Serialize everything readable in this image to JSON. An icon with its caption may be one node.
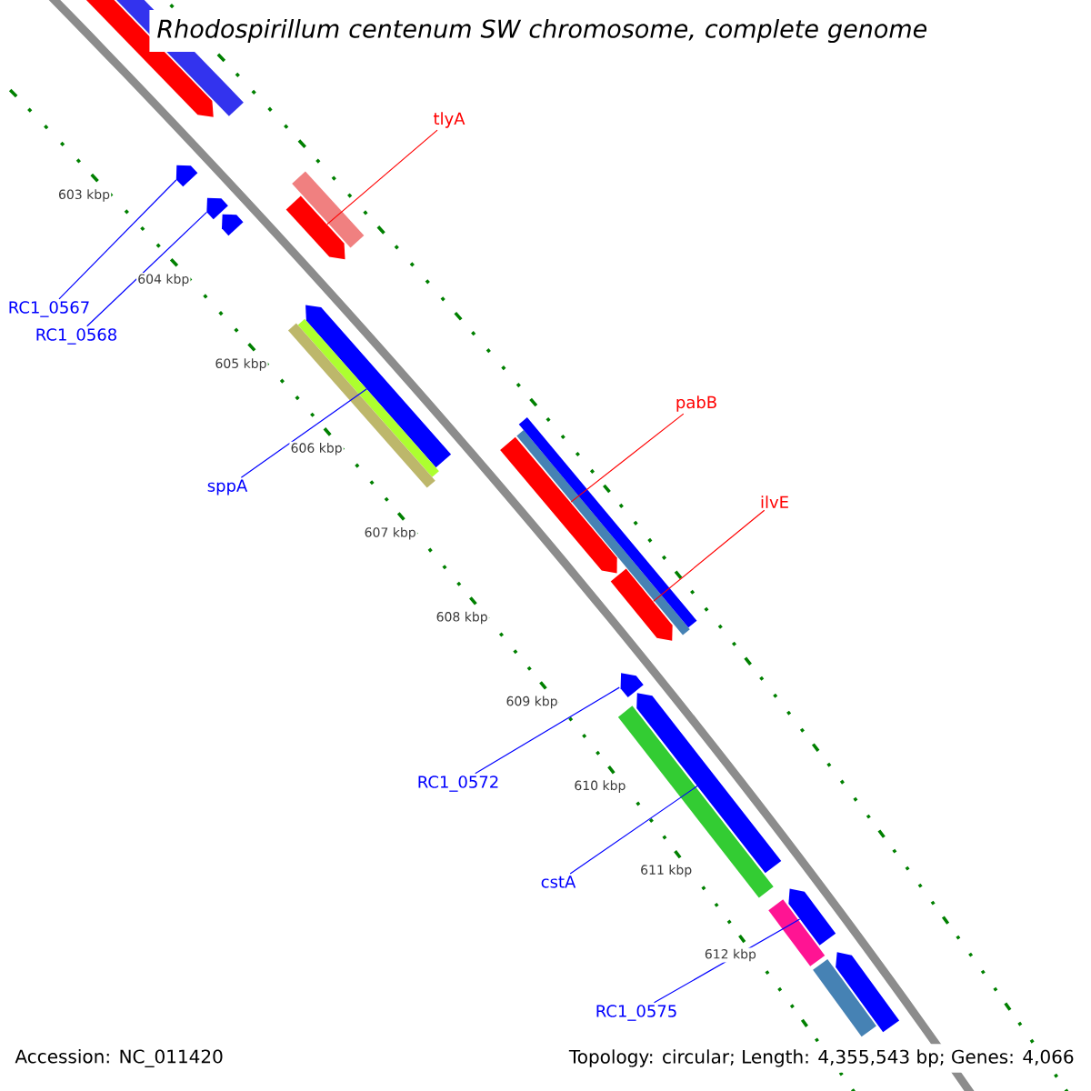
{
  "diagram": {
    "title": "Rhodospirillum centenum SW chromosome, complete genome",
    "nodes": [
      {
        "text": [
          "tlyA"
        ]
      },
      {
        "text": [
          "RC1_0567"
        ]
      },
      {
        "text": [
          "RC1_0568"
        ]
      },
      {
        "text": [
          "sppA"
        ]
      },
      {
        "text": [
          "pabB"
        ]
      },
      {
        "text": [
          "ilvE"
        ]
      },
      {
        "text": [
          "RC1_0572"
        ]
      },
      {
        "text": [
          "cstA"
        ]
      },
      {
        "text": [
          "RC1_0575"
        ]
      },
      {
        "text": [],
        "shape": "bar"
      },
      {
        "text": [],
        "shape": "bar"
      },
      {
        "text": [],
        "shape": "bar"
      },
      {
        "text": [],
        "shape": "bar"
      },
      {
        "text": [],
        "shape": "bar"
      },
      {
        "text": [],
        "shape": "bar"
      },
      {
        "text": [],
        "shape": "bar"
      },
      {
        "text": [],
        "shape": "bar"
      },
      {
        "text": [],
        "shape": "bar"
      },
      {
        "text": [],
        "shape": "bar"
      },
      {
        "text": [],
        "shape": "bar"
      },
      {
        "text": [],
        "shape": "bar"
      },
      {
        "text": [],
        "shape": "bar"
      },
      {
        "text": [],
        "shape": "bar"
      },
      {
        "text": [],
        "shape": "bar"
      },
      {
        "text": [],
        "shape": "bar"
      },
      {
        "text": [],
        "shape": "bar"
      },
      {
        "text": [],
        "shape": "bar"
      },
      {
        "text": [],
        "shape": "bar"
      },
      {
        "text": [],
        "shape": "bar"
      },
      {
        "text": [],
        "shape": "bar"
      }
    ],
    "edges": [
      {
        "from": 0,
        "to": 15,
        "arrow": "none",
        "color": "#ff0000"
      },
      {
        "from": 1,
        "to": 11,
        "arrow": "none"
      },
      {
        "from": 2,
        "to": 12,
        "arrow": "none"
      },
      {
        "from": 3,
        "to": 16,
        "arrow": "none"
      },
      {
        "from": 4,
        "to": 21,
        "arrow": "none",
        "color": "#ff0000"
      },
      {
        "from": 5,
        "to": 22,
        "arrow": "none",
        "color": "#ff0000"
      },
      {
        "from": 6,
        "to": 23,
        "arrow": "none"
      },
      {
        "from": 7,
        "to": 24,
        "arrow": "none"
      },
      {
        "from": 8,
        "to": 26,
        "arrow": "none"
      }
    ],
    "labels": [
      "603 kbp",
      "604 kbp",
      "605 kbp",
      "606 kbp",
      "607 kbp",
      "608 kbp",
      "609 kbp",
      "610 kbp",
      "611 kbp",
      "612 kbp",
      "Accession: NC_011420",
      "Topology: circular; Length: 4,355,543 bp; Genes: 4,066"
    ]
  }
}
